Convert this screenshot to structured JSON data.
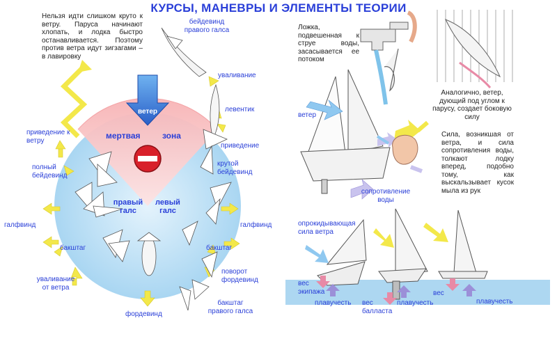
{
  "title": "КУРСЫ, МАНЕВРЫ И ЭЛЕМЕНТЫ ТЕОРИИ",
  "left": {
    "note": "Нельзя идти слишком круто к ветру. Паруса начинают хлопать, и лодка быстро останавливается. Поэтому против ветра идут зигзагами – в лавировку",
    "wind_label": "ветер",
    "dead_zone_label": "мертвая",
    "dead_zone_label2": "зона",
    "right_tack": "правый галс",
    "left_tack": "левый галс",
    "courses": {
      "beidewind_right": "бейдевинд правого галса",
      "uvalivanie_top": "уваливание",
      "leventik": "левентик",
      "privedenie_right": "приведение",
      "krutoy_beidewind": "крутой бейдевинд",
      "privedenie_left": "приведение к ветру",
      "polny_beidewind": "полный бейдевинд",
      "galfwind_left": "галфвинд",
      "galfwind_right": "галфвинд",
      "bakshtag_left": "бакштаг",
      "bakshtag_right": "бакштаг",
      "povorot_fordewind": "поворот фордевинд",
      "uvalivanie_ot_vetra": "уваливание от ветра",
      "fordewind": "фордевинд",
      "bakshtag_right_tack": "бакштаг правого галса"
    }
  },
  "right": {
    "spoon_note": "Ложка, подвешенная к струе воды, засасывается ее потоком",
    "wind_note": "Аналогично, ветер, дующий под углом к парусу, создает боковую силу",
    "force_note": "Сила, возникшая от ветра, и сила сопротивления воды, толкают лодку вперед, подобно тому, как выскальзывает кусок мыла из рук",
    "wind_label": "ветер",
    "water_resistance": "сопротивление воды",
    "capsize_force": "опрокидывающая сила ветра",
    "crew_weight": "вес экипажа",
    "buoyancy1": "плавучесть",
    "ballast_weight": "вес балласта",
    "buoyancy2": "плавучесть",
    "weight": "вес",
    "buoyancy3": "плавучесть"
  },
  "colors": {
    "title_blue": "#2a3fd8",
    "label_blue": "#2a3fd8",
    "dead_zone_pink": "#f4a3a6",
    "circle_blue": "#a9d6f2",
    "arrow_yellow": "#f3e84a",
    "wind_arrow_blue": "#3a7ed8",
    "stop_red": "#d8202a",
    "water_blue": "#9fd0ee",
    "force_arrow_purple": "#9b8fd8",
    "force_arrow_pink": "#e88aa6"
  }
}
